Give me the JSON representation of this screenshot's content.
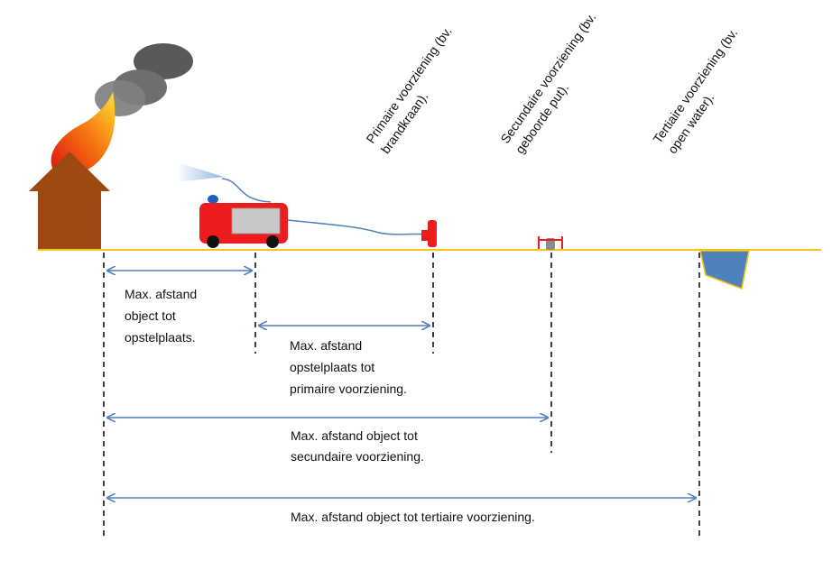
{
  "colors": {
    "ground": "#f5c518",
    "arrow": "#4f81bd",
    "house": "#9c4a12",
    "truck": "#ee1c1c",
    "smoke": "#555555",
    "water": "#4f81bd",
    "dash": "#111111"
  },
  "icons": [
    "house-icon",
    "flame-icon",
    "smoke-icon",
    "fire-truck-icon",
    "hydrant-icon",
    "well-icon",
    "open-water-icon"
  ],
  "sources": {
    "primary": [
      "Primaire voorziening (bv.",
      "brandkraan)."
    ],
    "secondary": [
      "Secundaire voorziening (bv.",
      "geboorde put)."
    ],
    "tertiary": [
      "Tertiaire voorziening (bv.",
      "open water)."
    ]
  },
  "distances": {
    "object_to_standplace": [
      "Max. afstand",
      "object tot",
      "opstelplaats."
    ],
    "standplace_to_primary": [
      "Max. afstand",
      "opstelplaats  tot",
      "primaire voorziening."
    ],
    "object_to_secondary": [
      "Max. afstand object tot",
      "secundaire voorziening."
    ],
    "object_to_tertiary": [
      "Max. afstand object tot tertiaire voorziening."
    ]
  }
}
